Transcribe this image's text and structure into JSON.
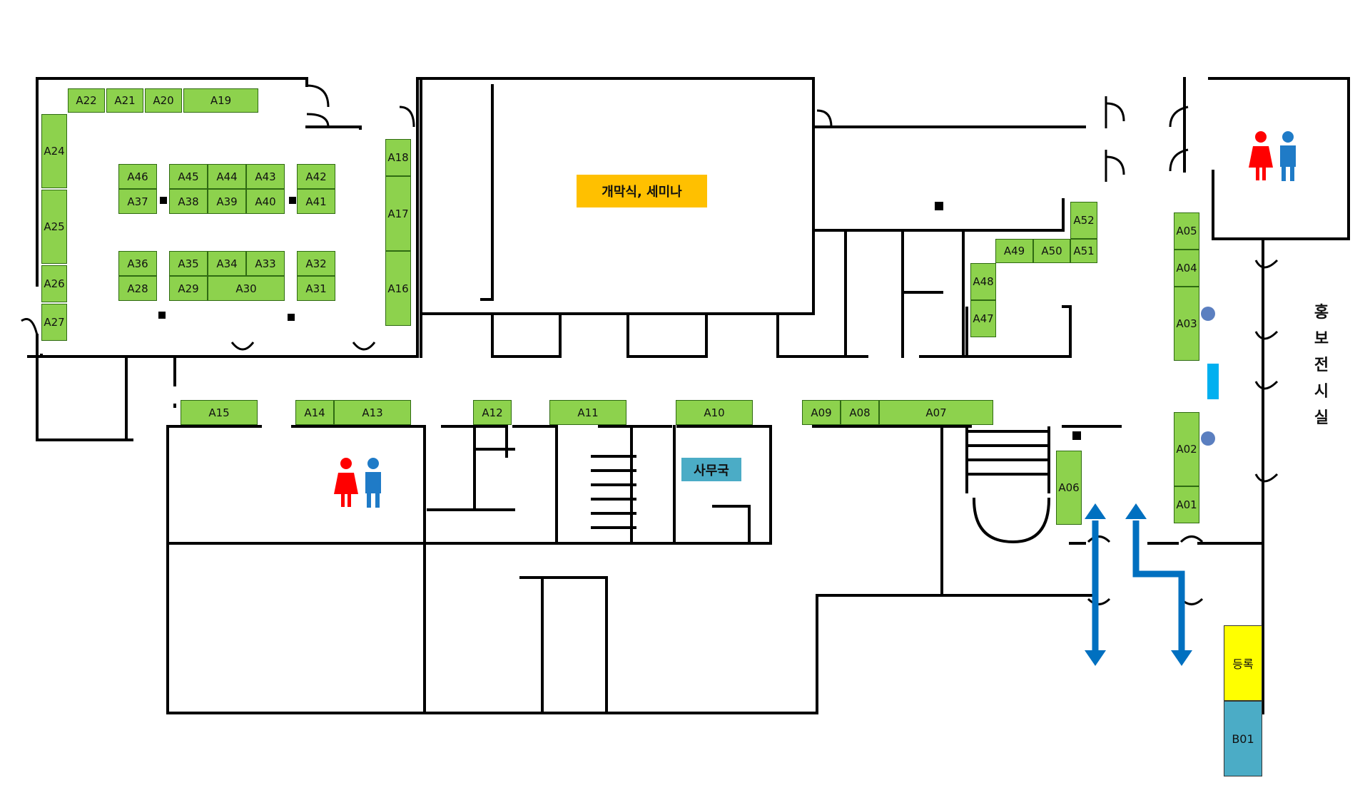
{
  "booths": [
    {
      "id": "A22",
      "label": "A22"
    },
    {
      "id": "A21",
      "label": "A21"
    },
    {
      "id": "A20",
      "label": "A20"
    },
    {
      "id": "A19",
      "label": "A19"
    },
    {
      "id": "A24",
      "label": "A24"
    },
    {
      "id": "A25",
      "label": "A25"
    },
    {
      "id": "A26",
      "label": "A26"
    },
    {
      "id": "A27",
      "label": "A27"
    },
    {
      "id": "A46",
      "label": "A46"
    },
    {
      "id": "A37",
      "label": "A37"
    },
    {
      "id": "A45",
      "label": "A45"
    },
    {
      "id": "A44",
      "label": "A44"
    },
    {
      "id": "A43",
      "label": "A43"
    },
    {
      "id": "A38",
      "label": "A38"
    },
    {
      "id": "A39",
      "label": "A39"
    },
    {
      "id": "A40",
      "label": "A40"
    },
    {
      "id": "A42",
      "label": "A42"
    },
    {
      "id": "A41",
      "label": "A41"
    },
    {
      "id": "A36",
      "label": "A36"
    },
    {
      "id": "A28",
      "label": "A28"
    },
    {
      "id": "A35",
      "label": "A35"
    },
    {
      "id": "A34",
      "label": "A34"
    },
    {
      "id": "A33",
      "label": "A33"
    },
    {
      "id": "A29",
      "label": "A29"
    },
    {
      "id": "A30",
      "label": "A30"
    },
    {
      "id": "A32",
      "label": "A32"
    },
    {
      "id": "A31",
      "label": "A31"
    },
    {
      "id": "A18",
      "label": "A18"
    },
    {
      "id": "A17",
      "label": "A17"
    },
    {
      "id": "A16",
      "label": "A16"
    },
    {
      "id": "A52",
      "label": "A52"
    },
    {
      "id": "A49",
      "label": "A49"
    },
    {
      "id": "A50",
      "label": "A50"
    },
    {
      "id": "A51",
      "label": "A51"
    },
    {
      "id": "A48",
      "label": "A48"
    },
    {
      "id": "A47",
      "label": "A47"
    },
    {
      "id": "A05",
      "label": "A05"
    },
    {
      "id": "A04",
      "label": "A04"
    },
    {
      "id": "A03",
      "label": "A03"
    },
    {
      "id": "A02",
      "label": "A02"
    },
    {
      "id": "A01",
      "label": "A01"
    },
    {
      "id": "A15",
      "label": "A15"
    },
    {
      "id": "A14",
      "label": "A14"
    },
    {
      "id": "A13",
      "label": "A13"
    },
    {
      "id": "A12",
      "label": "A12"
    },
    {
      "id": "A11",
      "label": "A11"
    },
    {
      "id": "A10",
      "label": "A10"
    },
    {
      "id": "A09",
      "label": "A09"
    },
    {
      "id": "A08",
      "label": "A08"
    },
    {
      "id": "A07",
      "label": "A07"
    },
    {
      "id": "A06",
      "label": "A06"
    }
  ],
  "main_hall": {
    "label": "개막식, 세미나",
    "color": "#ffc000"
  },
  "office": {
    "label": "사무국",
    "color": "#4bacc6"
  },
  "promo_room": {
    "chars": [
      "홍",
      "보",
      "전",
      "시",
      "실"
    ]
  },
  "registration": {
    "label": "등록",
    "color": "#ffff00"
  },
  "booth_b01": {
    "label": "B01",
    "color": "#4bacc6"
  },
  "colors": {
    "booth": "#8dd24d",
    "wall": "#000000",
    "arrow": "#0070c0",
    "female": "#ff0000",
    "male": "#1f7bc7",
    "marker": "#5b7fc0"
  },
  "icons": [
    "restroom-icon",
    "restroom-icon",
    "direction-arrow-icon",
    "pillar-marker",
    "door-icon"
  ]
}
